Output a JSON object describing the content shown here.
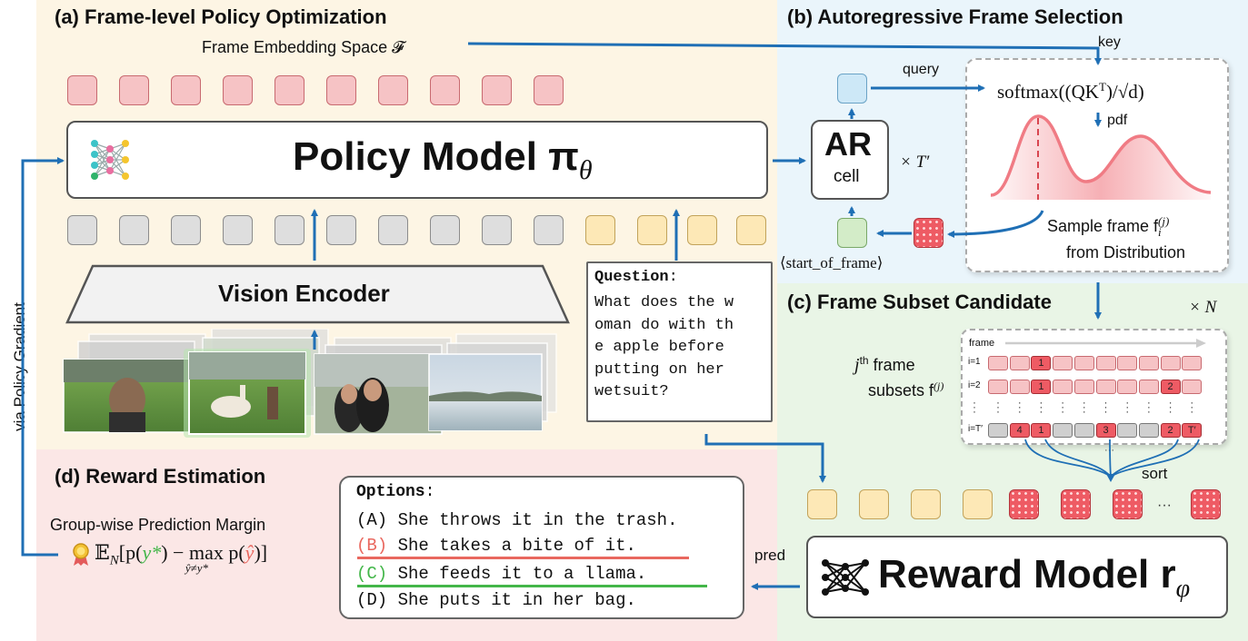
{
  "panels": {
    "a_title": "(a) Frame-level Policy Optimization",
    "b_title": "(b) Autoregressive Frame Selection",
    "c_title": "(c) Frame Subset Candidate",
    "d_title": "(d) Reward Estimation"
  },
  "labels": {
    "embedding_space": "Frame Embedding Space 𝓕",
    "key": "key",
    "query": "query",
    "softmax": "softmax((QK",
    "softmax_sup": "T",
    "softmax_tail": ")/√d)",
    "pdf": "pdf",
    "policy_model": "Policy Model π",
    "policy_sub": "θ",
    "ar_big": "AR",
    "ar_small": "cell",
    "times_t": "× T′",
    "sample_line1": "Sample frame f",
    "sample_sup": "(j)",
    "sample_sub": "i",
    "sample_line2": "from Distribution",
    "start_of_frame": "⟨start_of_frame⟩",
    "vision_encoder": "Vision Encoder",
    "via_policy_gradient": "via Policy Gradient",
    "times_n": "× N",
    "jth_line1_j": "j",
    "jth_line1_th": "th",
    "jth_line1_rest": " frame",
    "jth_line2": "subsets f",
    "jth_line2_sup": "(j)",
    "frame_axis": "frame",
    "sort": "sort",
    "ellipsis": "···",
    "group_margin": "Group-wise Prediction Margin",
    "formula_prefix": "𝔼",
    "formula_sub": "N",
    "formula_body_1": "[p(",
    "formula_ystar": "y*",
    "formula_body_2": ") − max",
    "formula_max_sub": "ŷ≠y*",
    "formula_body_3": " p(",
    "formula_yhat": "ŷ",
    "formula_body_4": ")]",
    "pred": "pred",
    "reward_model": "Reward Model r",
    "reward_sub": "φ"
  },
  "question": {
    "label": "Question",
    "colon": ":",
    "lines": [
      "What does the w",
      "oman do with th",
      "e apple before",
      "putting on her",
      "wetsuit?"
    ]
  },
  "options": {
    "label": "Options",
    "colon": ":",
    "items": [
      {
        "key": "(A)",
        "text": "She throws it in the trash."
      },
      {
        "key": "(B)",
        "text": "She takes a bite of it."
      },
      {
        "key": "(C)",
        "text": "She feeds it to a llama."
      },
      {
        "key": "(D)",
        "text": "She puts it in her bag."
      }
    ]
  },
  "subset_rows": [
    {
      "label": "i=1",
      "cells": [
        "",
        "",
        "1",
        "",
        "",
        "",
        "",
        "",
        "",
        ""
      ]
    },
    {
      "label": "i=2",
      "cells": [
        "",
        "",
        "1",
        "",
        "",
        "",
        "",
        "",
        "2",
        ""
      ]
    },
    {
      "label": "i=T′",
      "cells": [
        "",
        "4",
        "1",
        "",
        "",
        "3",
        "",
        "",
        "2",
        "T′"
      ]
    }
  ],
  "colors": {
    "panel_a_bg": "#fdf5e4",
    "panel_b_bg": "#eaf5fb",
    "panel_c_bg": "#e9f5e6",
    "panel_d_bg": "#fbe7e6",
    "arrow": "#1f6fb5",
    "correct": "#43b649",
    "wrong": "#e9685f"
  }
}
